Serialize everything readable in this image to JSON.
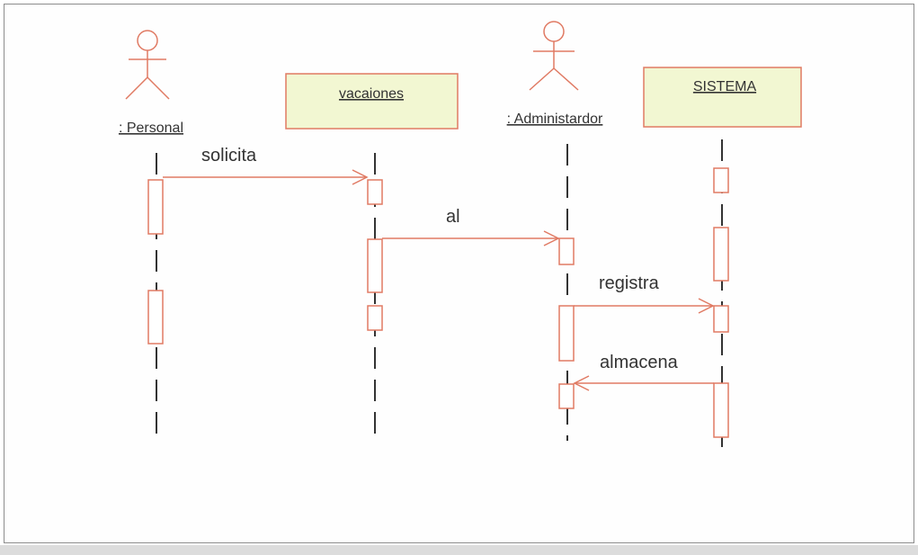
{
  "diagram": {
    "participants": [
      {
        "id": "personal",
        "kind": "actor",
        "name": ": Personal"
      },
      {
        "id": "vacaciones",
        "kind": "object",
        "name": "vacaiones"
      },
      {
        "id": "administrador",
        "kind": "actor",
        "name": ": Administardor"
      },
      {
        "id": "sistema",
        "kind": "object",
        "name": "SISTEMA"
      }
    ],
    "messages": [
      {
        "label": "solicita",
        "from": "personal",
        "to": "vacaciones"
      },
      {
        "label": "al",
        "from": "vacaciones",
        "to": "administrador"
      },
      {
        "label": "registra",
        "from": "administrador",
        "to": "sistema"
      },
      {
        "label": "almacena",
        "from": "sistema",
        "to": "administrador"
      }
    ],
    "colors": {
      "line": "#e07a63",
      "box_fill": "#f2f7d2",
      "box_border": "#e07a63",
      "lifeline": "#333333",
      "text": "#333333"
    }
  }
}
